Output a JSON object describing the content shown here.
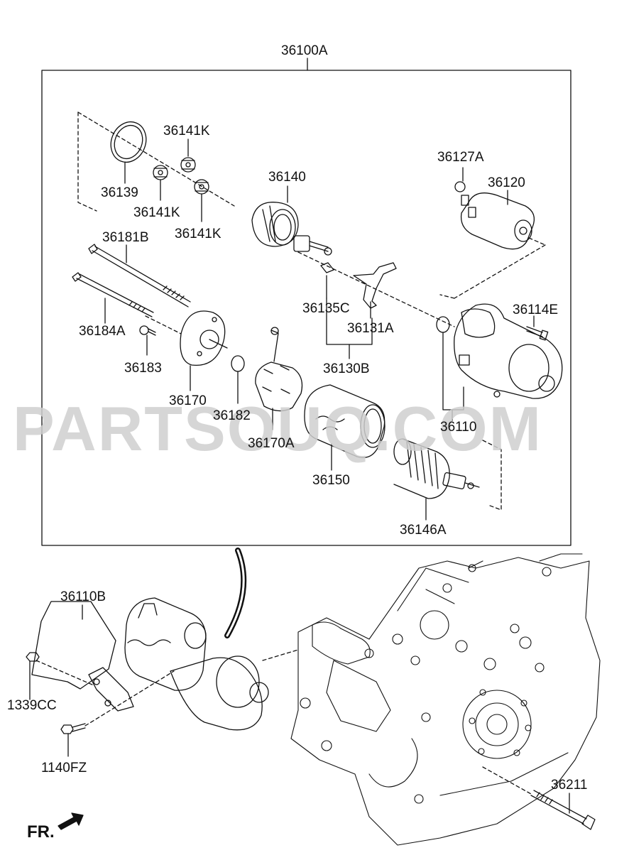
{
  "watermark": "PARTSOUQ.COM",
  "direction_label": "FR.",
  "part_labels": {
    "assembly": "36100A",
    "p36141K_a": "36141K",
    "p36141K_b": "36141K",
    "p36141K_c": "36141K",
    "p36139": "36139",
    "p36140": "36140",
    "p36127A": "36127A",
    "p36120": "36120",
    "p36181B": "36181B",
    "p36135C": "36135C",
    "p36131A": "36131A",
    "p36114E": "36114E",
    "p36184A": "36184A",
    "p36130B": "36130B",
    "p36183": "36183",
    "p36170": "36170",
    "p36182": "36182",
    "p36110": "36110",
    "p36170A": "36170A",
    "p36150": "36150",
    "p36146A": "36146A",
    "p36110B": "36110B",
    "p1339CC": "1339CC",
    "p1140FZ": "1140FZ",
    "p36211": "36211"
  },
  "icons": {
    "parts_frame": "bounding-frame",
    "direction_arrow": "arrow-icon"
  }
}
